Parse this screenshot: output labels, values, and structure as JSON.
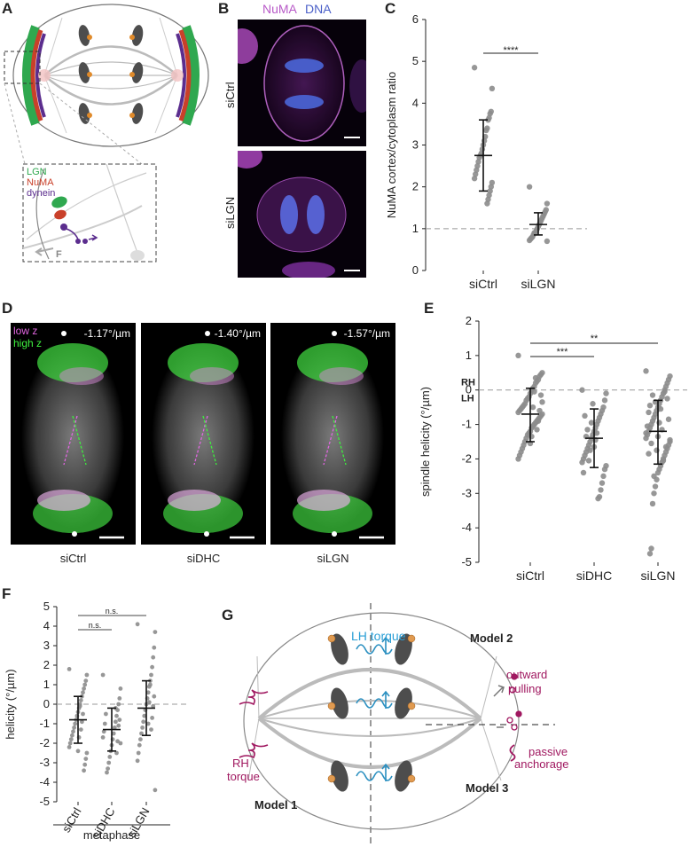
{
  "panels": {
    "A": {
      "letter": "A",
      "legend": [
        {
          "label": "LGN",
          "color": "#2fa84f"
        },
        {
          "label": "NuMA",
          "color": "#c9402a"
        },
        {
          "label": "dynein",
          "color": "#5b2d8e"
        }
      ],
      "force_label": "F"
    },
    "B": {
      "letter": "B",
      "channel_numa": "NuMA",
      "channel_dna": "DNA",
      "rows": [
        "siCtrl",
        "siLGN"
      ]
    },
    "C": {
      "letter": "C",
      "significance": "****"
    },
    "D": {
      "letter": "D",
      "legend_low": "low z",
      "legend_high": "high z",
      "images": [
        {
          "condition": "siCtrl",
          "helicity": "-1.17°/µm"
        },
        {
          "condition": "siDHC",
          "helicity": "-1.40°/µm"
        },
        {
          "condition": "siLGN",
          "helicity": "-1.57°/µm"
        }
      ]
    },
    "E": {
      "letter": "E",
      "rh_label": "RH",
      "lh_label": "LH",
      "sig_1": "***",
      "sig_2": "**"
    },
    "F": {
      "letter": "F",
      "sig_1": "n.s.",
      "sig_2": "n.s.",
      "group_label": "metaphase"
    },
    "G": {
      "letter": "G",
      "lh_torque": "LH torque",
      "rh_torque_1": "RH",
      "rh_torque_2": "torque",
      "model1": "Model 1",
      "model2": "Model 2",
      "model3": "Model 3",
      "outward_1": "outward",
      "outward_2": "pulling",
      "passive_1": "passive",
      "passive_2": "anchorage"
    }
  },
  "chart_data": [
    {
      "id": "C",
      "type": "scatter",
      "ylabel": "NuMA cortex/cytoplasm ratio",
      "ylim": [
        0,
        6
      ],
      "yticks": [
        0,
        1,
        2,
        3,
        4,
        5,
        6
      ],
      "categories": [
        "siCtrl",
        "siLGN"
      ],
      "reference_line": 1,
      "summary": [
        {
          "category": "siCtrl",
          "mean": 2.75,
          "sd_low": 1.9,
          "sd_high": 3.6
        },
        {
          "category": "siLGN",
          "mean": 1.1,
          "sd_low": 0.85,
          "sd_high": 1.38
        }
      ],
      "points": {
        "siCtrl": [
          4.85,
          4.35,
          3.8,
          3.75,
          3.65,
          3.6,
          3.4,
          3.35,
          3.2,
          3.1,
          3.0,
          2.9,
          2.8,
          2.75,
          2.7,
          2.6,
          2.5,
          2.4,
          2.3,
          2.2,
          2.1,
          2.0,
          1.9,
          1.8,
          1.7,
          1.6
        ],
        "siLGN": [
          2.0,
          1.6,
          1.45,
          1.4,
          1.35,
          1.3,
          1.25,
          1.2,
          1.15,
          1.1,
          1.05,
          1.0,
          0.95,
          0.9,
          0.9,
          0.85,
          0.8,
          0.78,
          0.75,
          0.72,
          0.7
        ]
      }
    },
    {
      "id": "E",
      "type": "scatter",
      "ylabel": "spindle helicity (°/µm)",
      "ylim": [
        -5,
        2
      ],
      "yticks": [
        -5,
        -4,
        -3,
        -2,
        -1,
        0,
        1,
        2
      ],
      "categories": [
        "siCtrl",
        "siDHC",
        "siLGN"
      ],
      "reference_line": 0,
      "summary": [
        {
          "category": "siCtrl",
          "mean": -0.7,
          "sd_low": -1.5,
          "sd_high": 0.05
        },
        {
          "category": "siDHC",
          "mean": -1.4,
          "sd_low": -2.25,
          "sd_high": -0.55
        },
        {
          "category": "siLGN",
          "mean": -1.2,
          "sd_low": -2.15,
          "sd_high": -0.3
        }
      ],
      "points": {
        "siCtrl": [
          1.0,
          0.5,
          0.45,
          0.4,
          0.3,
          0.25,
          0.2,
          0.1,
          0.05,
          0.0,
          -0.1,
          -0.2,
          -0.25,
          -0.3,
          -0.4,
          -0.45,
          -0.5,
          -0.55,
          -0.6,
          -0.65,
          -0.7,
          -0.75,
          -0.8,
          -0.85,
          -0.9,
          -0.95,
          -1.0,
          -1.05,
          -1.1,
          -1.2,
          -1.25,
          -1.3,
          -1.4,
          -1.5,
          -1.6,
          -1.7,
          -1.8,
          -1.9,
          -2.0,
          -0.35,
          -0.15,
          -0.6,
          -0.9,
          -1.15,
          0.35,
          -0.05,
          -0.5,
          -1.35,
          -1.55
        ],
        "siDHC": [
          0.0,
          -0.1,
          -0.3,
          -0.5,
          -0.6,
          -0.7,
          -0.8,
          -0.9,
          -1.0,
          -1.1,
          -1.2,
          -1.3,
          -1.4,
          -1.5,
          -1.6,
          -1.7,
          -1.8,
          -1.9,
          -2.0,
          -2.1,
          -2.2,
          -2.3,
          -2.5,
          -2.7,
          -2.9,
          -3.1,
          -3.15,
          -1.25,
          -1.45,
          -1.65,
          -0.4,
          -0.95,
          -1.75,
          -2.05,
          -1.15,
          -1.35,
          -0.75,
          -2.4
        ],
        "siLGN": [
          0.55,
          0.4,
          0.3,
          0.2,
          0.1,
          0.0,
          -0.1,
          -0.2,
          -0.3,
          -0.4,
          -0.5,
          -0.6,
          -0.7,
          -0.8,
          -0.9,
          -1.0,
          -1.1,
          -1.2,
          -1.3,
          -1.4,
          -1.5,
          -1.6,
          -1.7,
          -1.8,
          -1.9,
          -2.0,
          -2.1,
          -2.2,
          -2.3,
          -2.4,
          -2.6,
          -2.8,
          -3.0,
          -3.3,
          -4.6,
          -4.75,
          -0.65,
          -1.05,
          -1.25,
          -1.45,
          -0.85,
          -0.25,
          -1.65,
          -0.05,
          -2.05,
          -1.15,
          -0.55,
          -0.95,
          -1.35,
          -1.75,
          -0.35,
          -2.5,
          -0.15,
          -1.55,
          -0.45,
          -1.85
        ]
      }
    },
    {
      "id": "F",
      "type": "scatter",
      "ylabel": "helicity (°/µm)",
      "ylim": [
        -5,
        5
      ],
      "yticks": [
        -5,
        -4,
        -3,
        -2,
        -1,
        0,
        1,
        2,
        3,
        4,
        5
      ],
      "categories": [
        "siCtrl",
        "siDHC",
        "siLGN"
      ],
      "reference_line": 0,
      "summary": [
        {
          "category": "siCtrl",
          "mean": -0.8,
          "sd_low": -2.0,
          "sd_high": 0.4
        },
        {
          "category": "siDHC",
          "mean": -1.3,
          "sd_low": -2.4,
          "sd_high": -0.2
        },
        {
          "category": "siLGN",
          "mean": -0.2,
          "sd_low": -1.6,
          "sd_high": 1.2
        }
      ],
      "points": {
        "siCtrl": [
          1.8,
          1.5,
          1.2,
          1.0,
          0.8,
          0.6,
          0.4,
          0.2,
          0.0,
          -0.2,
          -0.4,
          -0.6,
          -0.8,
          -1.0,
          -1.2,
          -1.4,
          -1.6,
          -1.8,
          -2.0,
          -2.2,
          -2.5,
          -2.8,
          -3.1,
          -3.4,
          -0.5,
          -0.9,
          -1.3,
          -0.1,
          -1.7,
          -2.4
        ],
        "siDHC": [
          1.5,
          0.8,
          0.3,
          0.0,
          -0.3,
          -0.6,
          -0.9,
          -1.2,
          -1.5,
          -1.8,
          -2.1,
          -2.4,
          -2.7,
          -3.0,
          -3.3,
          -3.5,
          -0.5,
          -1.0,
          -1.4,
          -1.7,
          -2.0,
          -0.8,
          -1.1,
          -1.9,
          -2.5,
          -0.2
        ],
        "siLGN": [
          4.1,
          3.7,
          2.9,
          2.4,
          1.9,
          1.5,
          1.2,
          0.9,
          0.6,
          0.3,
          0.0,
          -0.3,
          -0.6,
          -0.9,
          -1.2,
          -1.5,
          -1.8,
          -2.1,
          -2.5,
          -2.9,
          -4.4,
          0.4,
          -0.1,
          -0.7,
          -1.3,
          1.0,
          0.1,
          -1.0
        ]
      }
    }
  ]
}
